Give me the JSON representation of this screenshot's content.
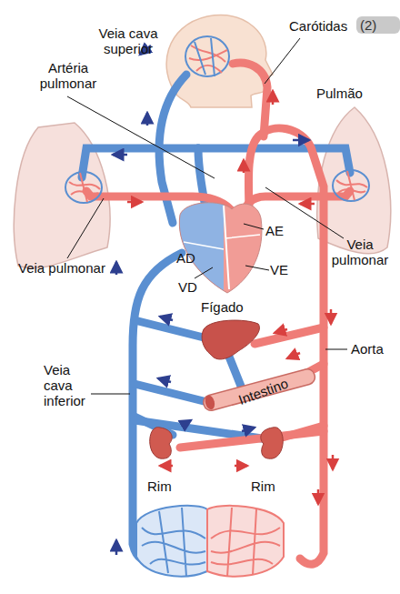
{
  "diagram": {
    "labels": [
      "Carótidas",
      "(2)",
      "Veia cava superior",
      "Artéria pulmonar",
      "Pulmão",
      "AE",
      "Veia pulmonar",
      "AD",
      "Veia pulmonar",
      "VE",
      "VD",
      "Fígado",
      "Aorta",
      "Veia cava inferior",
      "Intestino",
      "Rim",
      "Rim"
    ]
  }
}
